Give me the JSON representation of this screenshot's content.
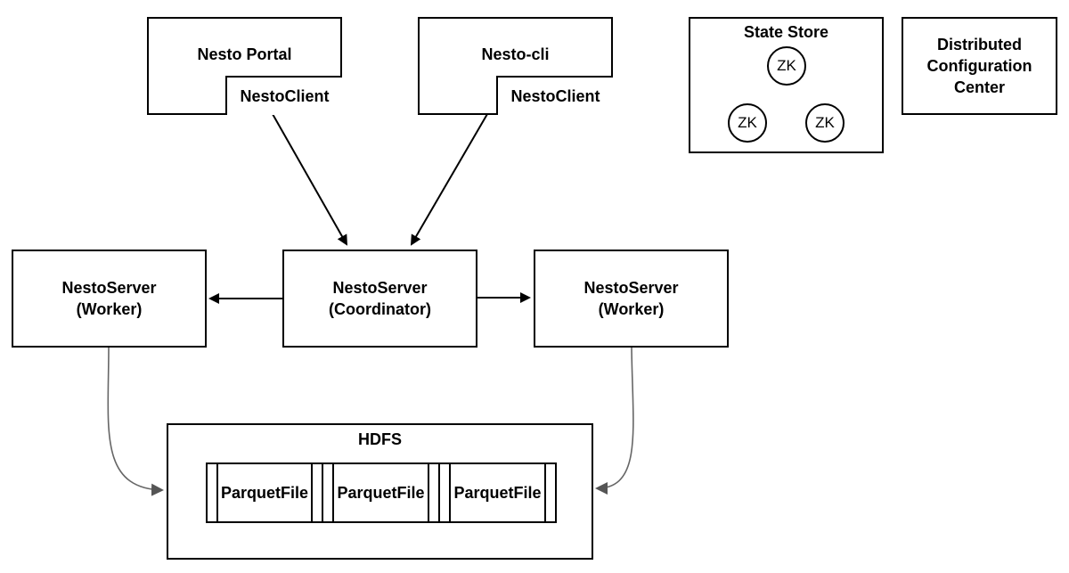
{
  "clients": {
    "portal": {
      "title": "Nesto Portal",
      "client": "NestoClient"
    },
    "cli": {
      "title": "Nesto-cli",
      "client": "NestoClient"
    }
  },
  "state_store": {
    "title": "State Store",
    "nodes": [
      "ZK",
      "ZK",
      "ZK"
    ]
  },
  "config_center": {
    "line1": "Distributed",
    "line2": "Configuration",
    "line3": "Center"
  },
  "servers": {
    "worker_left": {
      "line1": "NestoServer",
      "line2": "(Worker)"
    },
    "coordinator": {
      "line1": "NestoServer",
      "line2": "(Coordinator)"
    },
    "worker_right": {
      "line1": "NestoServer",
      "line2": "(Worker)"
    }
  },
  "hdfs": {
    "title": "HDFS",
    "files": [
      "ParquetFile",
      "ParquetFile",
      "ParquetFile"
    ]
  },
  "colors": {
    "line": "#000000",
    "hdfs_arrow": "#555555"
  }
}
